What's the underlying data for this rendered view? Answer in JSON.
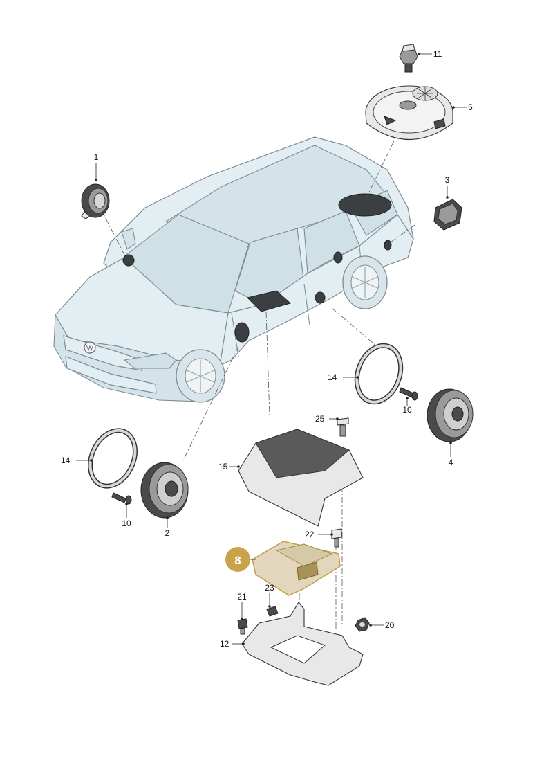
{
  "callouts": {
    "p1": "1",
    "p2": "2",
    "p3": "3",
    "p4": "4",
    "p5": "5",
    "p8": "8",
    "p10a": "10",
    "p10b": "10",
    "p11": "11",
    "p12": "12",
    "p14a": "14",
    "p14b": "14",
    "p15": "15",
    "p20": "20",
    "p21": "21",
    "p22": "22",
    "p23": "23",
    "p25": "25"
  },
  "colors": {
    "highlight_fill": "#e2d7bd",
    "highlight_outline": "#c2a04a",
    "badge": "#c9a34a",
    "car_body": "#e3eef2"
  }
}
